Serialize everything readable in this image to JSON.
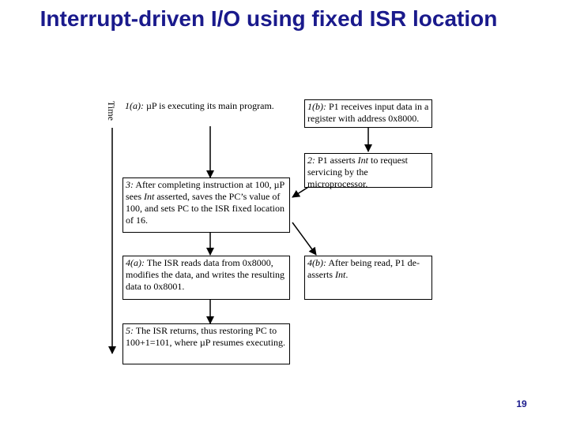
{
  "slide": {
    "title": "Interrupt-driven I/O using fixed ISR location",
    "time_label": "Time",
    "page_number": "19",
    "colors": {
      "title": "#1a1a8c",
      "border": "#000000"
    }
  },
  "steps": [
    {
      "id": "1a",
      "tag": "1(a):",
      "text": " µP is executing its main program."
    },
    {
      "id": "1b",
      "tag": "1(b):",
      "text": " P1 receives input data in a register with address 0x8000."
    },
    {
      "id": "2",
      "tag": "2:",
      "text_before": " P1 asserts ",
      "em": "Int",
      "text_after": " to request servicing by the microprocessor."
    },
    {
      "id": "3",
      "tag": "3:",
      "text_before": " After completing instruction at 100, µP sees ",
      "em": "Int",
      "text_after": " asserted, saves the PC’s value of 100, and sets PC to the ISR fixed location of 16."
    },
    {
      "id": "4a",
      "tag": "4(a):",
      "text": " The ISR reads data from 0x8000, modifies the data, and writes the resulting data to 0x8001."
    },
    {
      "id": "4b",
      "tag": "4(b):",
      "text_before": " After being read, P1 de-asserts ",
      "em": "Int",
      "text_after": "."
    },
    {
      "id": "5",
      "tag": "5:",
      "text": " The ISR returns, thus restoring PC to 100+1=101, where µP resumes executing."
    }
  ]
}
